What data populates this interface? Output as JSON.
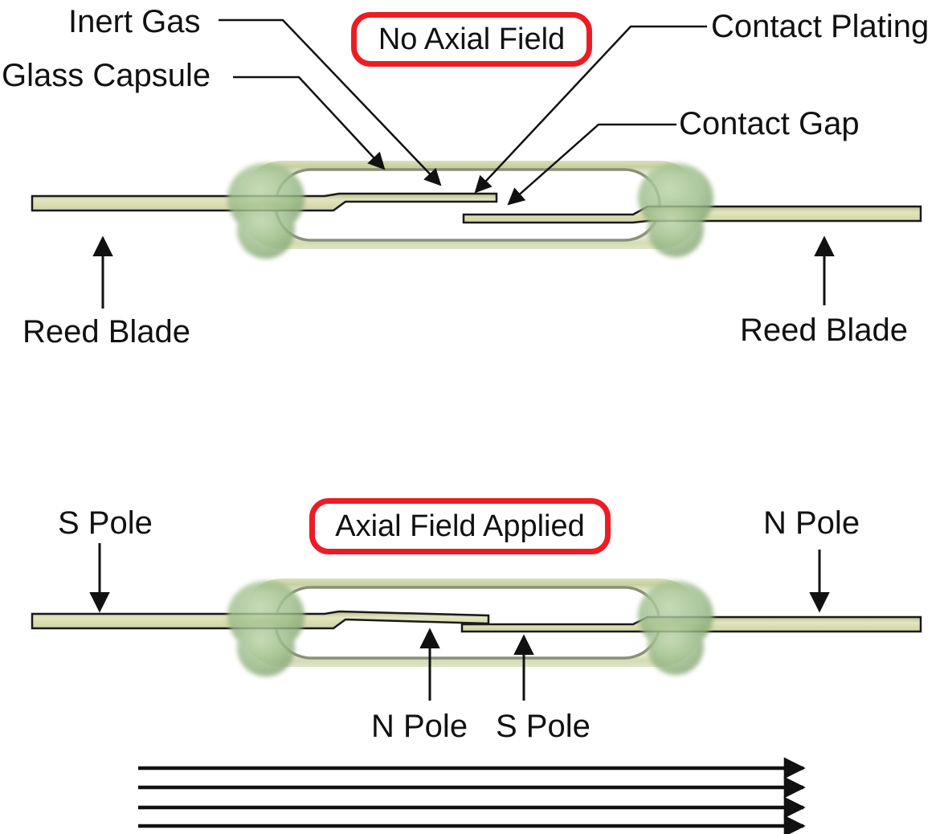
{
  "top_diagram": {
    "state": "No Axial Field",
    "inert_gas": "Inert Gas",
    "glass_capsule": "Glass Capsule",
    "contact_plating": "Contact Plating",
    "contact_gap": "Contact Gap",
    "reed_blade_left": "Reed Blade",
    "reed_blade_right": "Reed Blade"
  },
  "bottom_diagram": {
    "state": "Axial Field Applied",
    "s_pole_outer": "S Pole",
    "n_pole_outer": "N Pole",
    "n_pole_contact": "N Pole",
    "s_pole_contact": "S Pole",
    "field_lines_count": 4,
    "field_direction": "left-to-right"
  },
  "colors": {
    "accent_red": "#ed1c24",
    "text_black": "#111111",
    "blade_khaki": "#d6d9ab",
    "seal_green": "#9dbd8b",
    "glass_tint": "#c6cf9e"
  }
}
